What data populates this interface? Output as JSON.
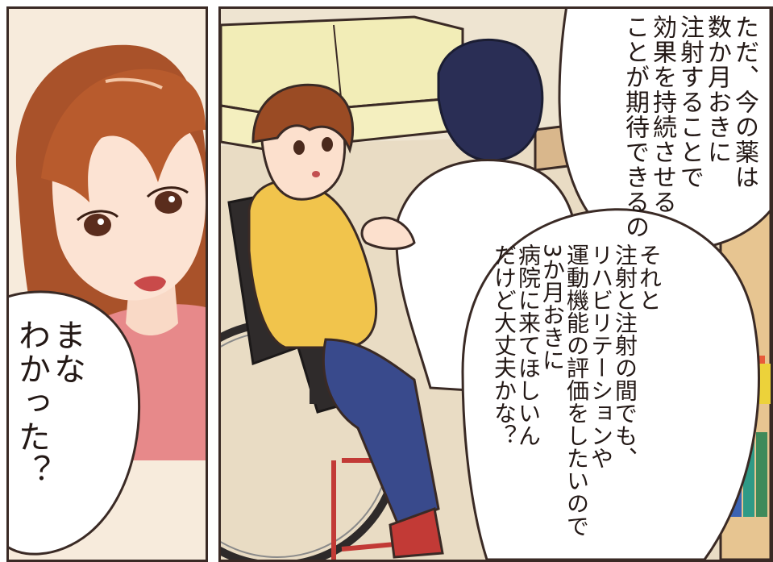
{
  "panels": {
    "left": {
      "bubble": {
        "text": "まな\nわかった？"
      }
    },
    "right": {
      "bubble_top": {
        "text": "ただ、今の薬は\n数か月おきに\n注射することで\n効果を持続させる\nことが期待できるの"
      },
      "bubble_bottom": {
        "text": "それと\n注射と注射の間でも、\nリハビリテーションや\n運動機能の評価をしたいので\n3か月おきに\n病院に来てほしいん\nだけど大丈夫かな？"
      }
    }
  },
  "colors": {
    "border": "#3a2a25",
    "hair": "#b05a2c",
    "skin": "#fbe0cf",
    "mother_shirt": "#e88c8a",
    "hoodie": "#f0c54a",
    "jeans": "#394a8c",
    "wheelchair": "#2e2a2a",
    "wheelchair_frame": "#c23a36",
    "doctor_hair": "#2a2e55",
    "doctor_coat": "#ffffff"
  }
}
